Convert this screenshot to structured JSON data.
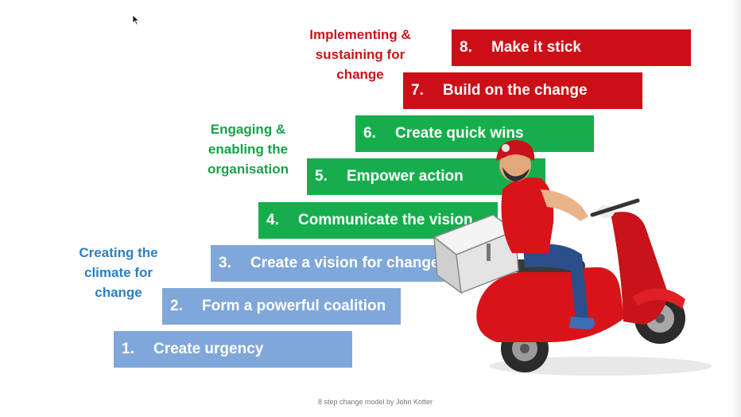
{
  "steps": [
    {
      "num": "1.",
      "label": "Create urgency",
      "color": "#7fa7d9"
    },
    {
      "num": "2.",
      "label": "Form a powerful coalition",
      "color": "#7fa7d9"
    },
    {
      "num": "3.",
      "label": "Create a vision for change",
      "color": "#7fa7d9"
    },
    {
      "num": "4.",
      "label": "Communicate the vision",
      "color": "#16ae4d"
    },
    {
      "num": "5.",
      "label": "Empower action",
      "color": "#16ae4d"
    },
    {
      "num": "6.",
      "label": "Create quick wins",
      "color": "#16ae4d"
    },
    {
      "num": "7.",
      "label": "Build on the change",
      "color": "#cc0f17"
    },
    {
      "num": "8.",
      "label": "Make it stick",
      "color": "#cc0f17"
    }
  ],
  "groups": {
    "implementing": {
      "lines": [
        "Implementing &",
        "sustaining for",
        "change"
      ],
      "color": "#c8141c"
    },
    "engaging": {
      "lines": [
        "Engaging &",
        "enabling the",
        "organisation"
      ],
      "color": "#17a24a"
    },
    "creating": {
      "lines": [
        "Creating the",
        "climate for",
        "change"
      ],
      "color": "#2a7fc1"
    }
  },
  "caption": "8 step change model by John Kotter",
  "illustration": "man-on-red-scooter-with-delivery-box",
  "cursor_icon": "mouse-pointer-icon"
}
